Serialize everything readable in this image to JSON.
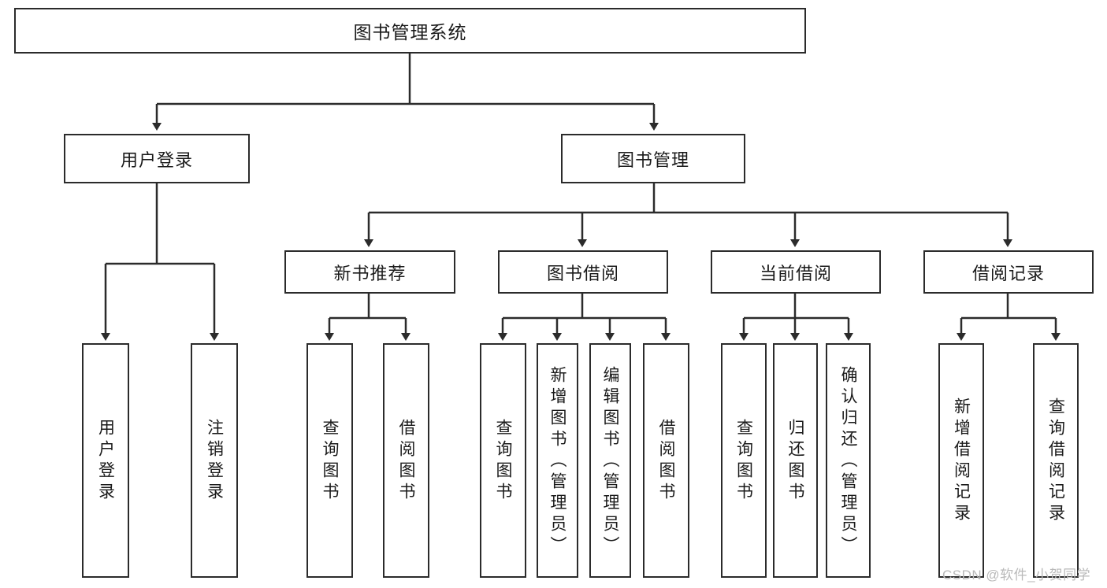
{
  "diagram": {
    "title_box": {
      "label": "图书管理系统"
    },
    "level1": [
      {
        "id": "user-login",
        "label": "用户登录"
      },
      {
        "id": "book-management",
        "label": "图书管理"
      }
    ],
    "level2": [
      {
        "id": "new-book-recommend",
        "label": "新书推荐"
      },
      {
        "id": "book-borrow",
        "label": "图书借阅"
      },
      {
        "id": "current-borrow",
        "label": "当前借阅"
      },
      {
        "id": "borrow-record",
        "label": "借阅记录"
      }
    ],
    "leaves": {
      "user_login": [
        {
          "id": "leaf-user-login",
          "label": "用户登录"
        },
        {
          "id": "leaf-logout-login",
          "label": "注销登录"
        }
      ],
      "new_book_recommend": [
        {
          "id": "leaf-query-book-1",
          "label": "查询图书"
        },
        {
          "id": "leaf-borrow-book-1",
          "label": "借阅图书"
        }
      ],
      "book_borrow": [
        {
          "id": "leaf-query-book-2",
          "label": "查询图书"
        },
        {
          "id": "leaf-add-book",
          "label": "新增图书（管理员）"
        },
        {
          "id": "leaf-edit-book",
          "label": "编辑图书（管理员）"
        },
        {
          "id": "leaf-borrow-book-2",
          "label": "借阅图书"
        }
      ],
      "current_borrow": [
        {
          "id": "leaf-query-book-3",
          "label": "查询图书"
        },
        {
          "id": "leaf-return-book",
          "label": "归还图书"
        },
        {
          "id": "leaf-confirm-return",
          "label": "确认归还（管理员）"
        }
      ],
      "borrow_record": [
        {
          "id": "leaf-add-borrow-record",
          "label": "新增借阅记录"
        },
        {
          "id": "leaf-query-borrow-record",
          "label": "查询借阅记录"
        }
      ]
    },
    "watermark": {
      "text": "CSDN @软件_小贺同学"
    },
    "colors": {
      "stroke": "#2b2b2b",
      "background": "#ffffff",
      "text": "#1a1a1a",
      "watermark": "#b9b9b9"
    }
  }
}
